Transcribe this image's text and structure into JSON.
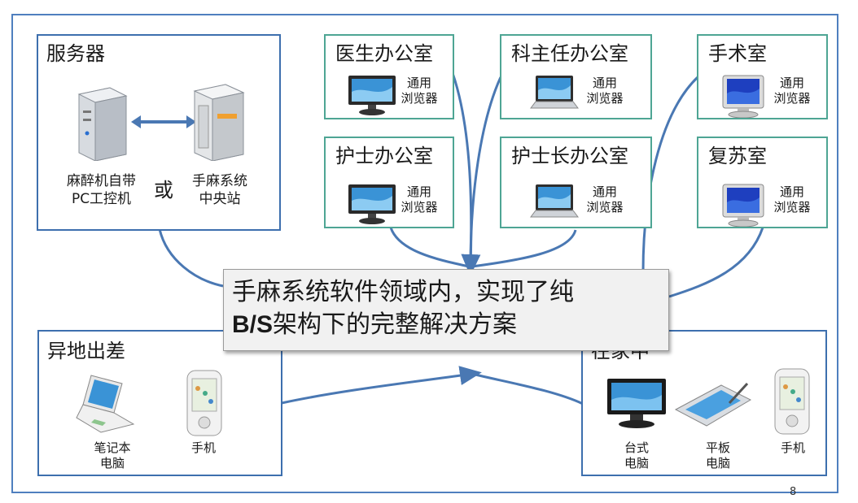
{
  "server": {
    "title": "服务器",
    "left_label_line1": "麻醉机自带",
    "left_label_line2": "PC工控机",
    "or_text": "或",
    "right_label_line1": "手麻系统",
    "right_label_line2": "中央站"
  },
  "rooms": [
    {
      "title": "医生办公室",
      "device": "monitor",
      "label1": "通用",
      "label2": "浏览器"
    },
    {
      "title": "科主任办公室",
      "device": "laptop",
      "label1": "通用",
      "label2": "浏览器"
    },
    {
      "title": "手术室",
      "device": "crt",
      "label1": "通用",
      "label2": "浏览器"
    },
    {
      "title": "护士办公室",
      "device": "monitor",
      "label1": "通用",
      "label2": "浏览器"
    },
    {
      "title": "护士长办公室",
      "device": "laptop",
      "label1": "通用",
      "label2": "浏览器"
    },
    {
      "title": "复苏室",
      "device": "crt",
      "label1": "通用",
      "label2": "浏览器"
    }
  ],
  "remote": {
    "title": "异地出差",
    "notebook_label1": "笔记本",
    "notebook_label2": "电脑",
    "phone_label": "手机"
  },
  "home": {
    "title": "在家中",
    "desktop_label1": "台式",
    "desktop_label2": "电脑",
    "tablet_label1": "平板",
    "tablet_label2": "电脑",
    "phone_label": "手机"
  },
  "banner": {
    "line1": "手麻系统软件领域内，实现了纯",
    "line2_bold": "B/S",
    "line2_rest": "架构下的完整解决方案"
  },
  "page_number": "8",
  "colors": {
    "frame": "#4f7fbf",
    "server_border": "#3d6fae",
    "room_border": "#4ea594",
    "connector": "#4a78b3",
    "screen": "#3a93d6"
  }
}
